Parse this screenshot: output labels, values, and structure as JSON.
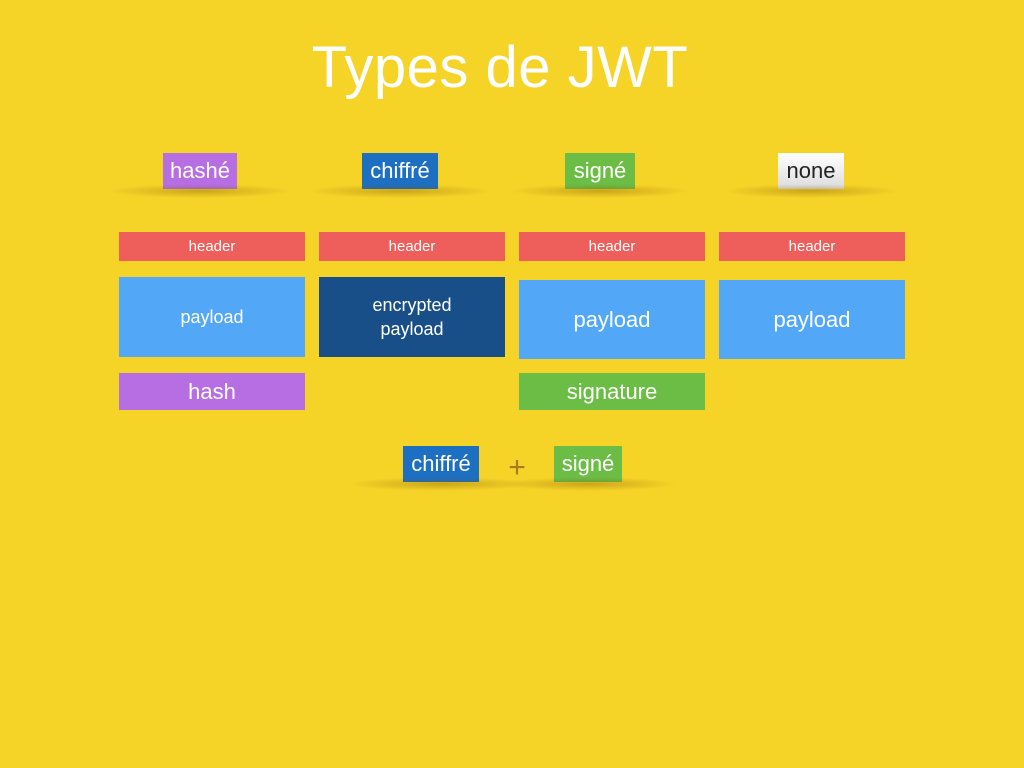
{
  "title": "Types de JWT",
  "columns": [
    {
      "tag": "hashé",
      "header": "header",
      "payload": "payload",
      "footer": "hash"
    },
    {
      "tag": "chiffré",
      "header": "header",
      "payload_line1": "encrypted",
      "payload_line2": "payload"
    },
    {
      "tag": "signé",
      "header": "header",
      "payload": "payload",
      "footer": "signature"
    },
    {
      "tag": "none",
      "header": "header",
      "payload": "payload"
    }
  ],
  "combo": {
    "left": "chiffré",
    "operator": "+",
    "right": "signé"
  },
  "colors": {
    "background": "#f5d327",
    "header": "#ee5e5a",
    "payload": "#52a8f7",
    "encrypted_payload": "#194f88",
    "hash": "#b76ee3",
    "signature": "#6cbd45",
    "chiffre": "#1d6fc1"
  }
}
